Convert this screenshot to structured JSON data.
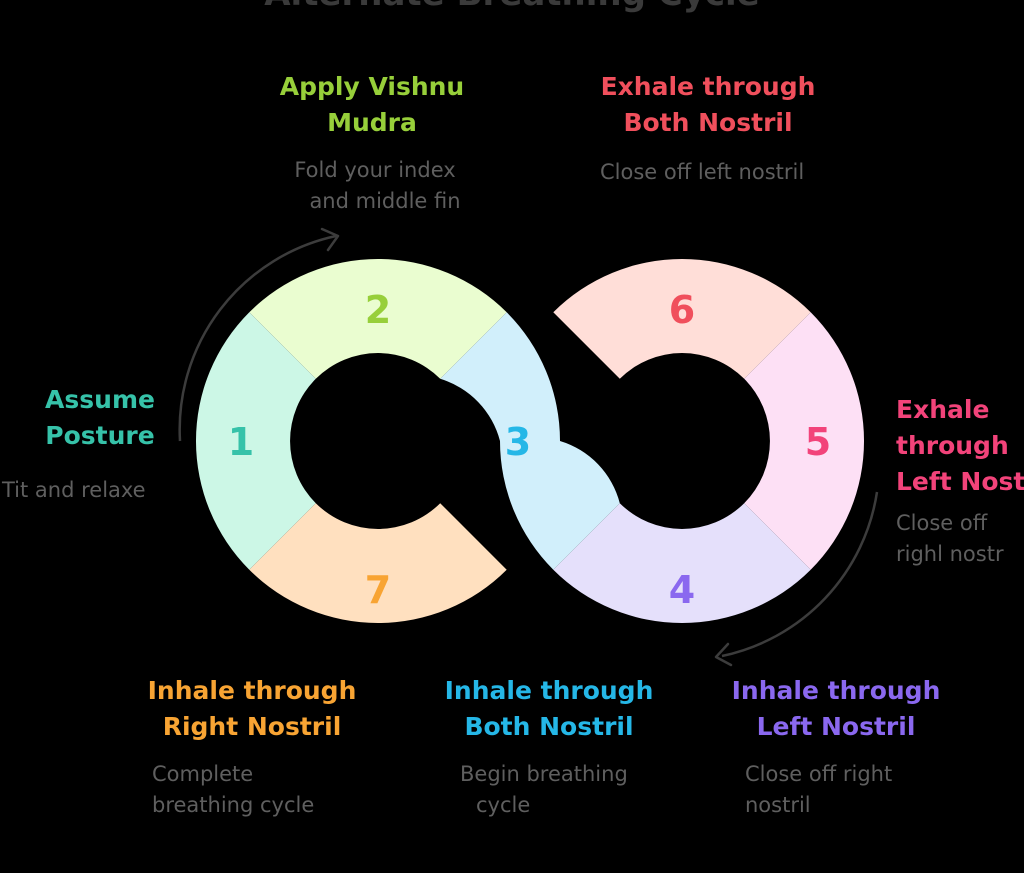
{
  "title": "Alternate Breathing Cycle",
  "colors": {
    "background": "#000000",
    "arrow": "#3c3c3c",
    "description_text": "#5f5f5f"
  },
  "steps": [
    {
      "number": "1",
      "heading": [
        "Assume",
        "Posture"
      ],
      "description": [
        "Tit and relaxe"
      ],
      "text_color": "#36c2a9",
      "segment_color": "#ccf7e6"
    },
    {
      "number": "2",
      "heading": [
        "Apply Vishnu",
        "Mudra"
      ],
      "description": [
        "Fold your index",
        "and middle fin"
      ],
      "text_color": "#97cf3a",
      "segment_color": "#eafdd0"
    },
    {
      "number": "3",
      "heading": [
        "Inhale through",
        "Both Nostril"
      ],
      "description": [
        "Begin breathing",
        "cycle"
      ],
      "text_color": "#25b7e7",
      "segment_color": "#d1effb"
    },
    {
      "number": "4",
      "heading": [
        "Inhale through",
        "Left Nostril"
      ],
      "description": [
        "Close off right",
        "nostril"
      ],
      "text_color": "#8a68ef",
      "segment_color": "#e5e0fb"
    },
    {
      "number": "5",
      "heading": [
        "Exhale",
        "through",
        "Left Nost"
      ],
      "description": [
        "Close off",
        "righl nostr"
      ],
      "text_color": "#f2437a",
      "segment_color": "#fde0f5"
    },
    {
      "number": "6",
      "heading": [
        "Exhale through",
        "Both Nostril"
      ],
      "description": [
        "Close off left nostril"
      ],
      "text_color": "#f04f5c",
      "segment_color": "#ffded8"
    },
    {
      "number": "7",
      "heading": [
        "Inhale through",
        "Right Nostril"
      ],
      "description": [
        "Complete",
        "breathing cycle"
      ],
      "text_color": "#f8a433",
      "segment_color": "#ffe0bf"
    }
  ]
}
